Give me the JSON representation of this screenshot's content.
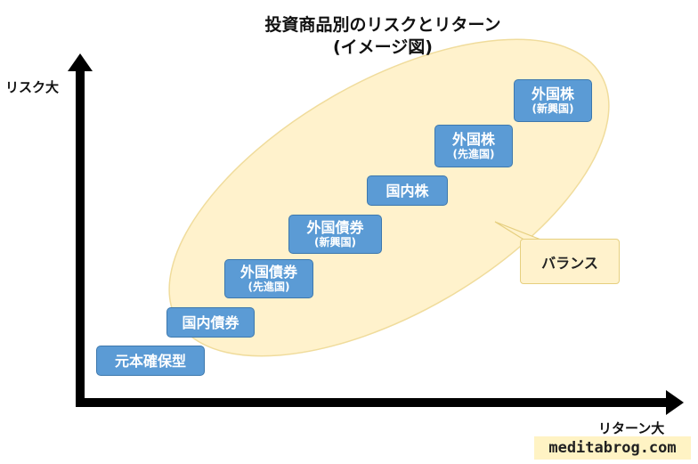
{
  "title": {
    "line1": "投資商品別のリスクとリターン",
    "line2": "(イメージ図)"
  },
  "axes": {
    "y_label": "リスク大",
    "x_label": "リターン大"
  },
  "products": [
    {
      "main": "元本確保型",
      "sub": ""
    },
    {
      "main": "国内債券",
      "sub": ""
    },
    {
      "main": "外国債券",
      "sub": "(先進国)"
    },
    {
      "main": "外国債券",
      "sub": "(新興国)"
    },
    {
      "main": "国内株",
      "sub": ""
    },
    {
      "main": "外国株",
      "sub": "(先進国)"
    },
    {
      "main": "外国株",
      "sub": "(新興国)"
    }
  ],
  "balance_label": "バランス",
  "brand": "meditabrog.com",
  "colors": {
    "box_fill": "#5b9bd5",
    "box_border": "#3d78ad",
    "ellipse_fill": "#fff2cc",
    "ellipse_border": "#f0dc9c",
    "axis": "#000000"
  }
}
